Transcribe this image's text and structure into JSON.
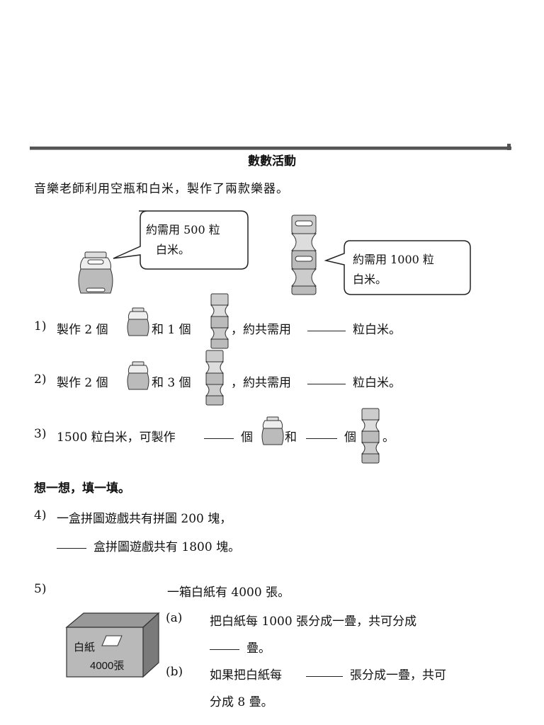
{
  "title": "數數活動",
  "intro": "音樂老師利用空瓶和白米，製作了兩款樂器。",
  "bubble_small": {
    "line1": "約需用 500 粒",
    "line2": "白米。"
  },
  "bubble_large": {
    "line1": "約需用 1000 粒",
    "line2": "白米。"
  },
  "q1": {
    "num": "1)",
    "a": "製作 2 個",
    "b": "和 1 個",
    "c": "，約共需用",
    "d": "粒白米。"
  },
  "q2": {
    "num": "2)",
    "a": "製作 2 個",
    "b": "和 3 個",
    "c": "，約共需用",
    "d": "粒白米。"
  },
  "q3": {
    "num": "3)",
    "a": "1500 粒白米，可製作",
    "b": "個",
    "c": "和",
    "d": "個",
    "e": "。"
  },
  "section2": "想一想，填一填。",
  "q4": {
    "num": "4)",
    "line1": "一盒拼圖遊戲共有拼圖 200 塊，",
    "line2": "盒拼圖遊戲共有 1800 塊。"
  },
  "q5": {
    "num": "5)",
    "stem": "一箱白紙有 4000 張。",
    "a_label": "(a)",
    "a_line1": "把白紙每 1000 張分成一疊，共可分成",
    "a_line2": "疊。",
    "b_label": "(b)",
    "b_line1a": "如果把白紙每",
    "b_line1b": "張分成一疊，共可",
    "b_line2": "分成 8 疊。"
  },
  "box": {
    "label": "白紙",
    "count": "4000張"
  }
}
